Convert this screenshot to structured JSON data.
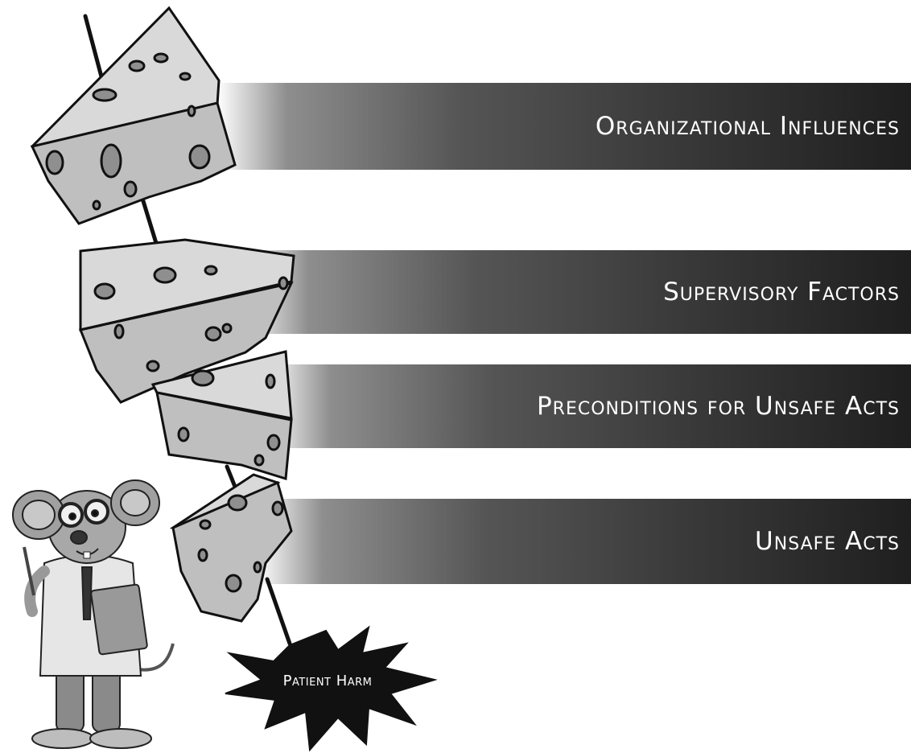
{
  "layers": [
    {
      "label": "Organizational Influences"
    },
    {
      "label": "Supervisory Factors"
    },
    {
      "label": "Preconditions for Unsafe Acts"
    },
    {
      "label": "Unsafe Acts"
    }
  ],
  "outcome": {
    "label": "Patient Harm"
  },
  "colors": {
    "band_dark": "#1f1f1f",
    "cheese_top": "#d8d8d8",
    "cheese_side": "#bdbdbd",
    "burst": "#111111"
  }
}
